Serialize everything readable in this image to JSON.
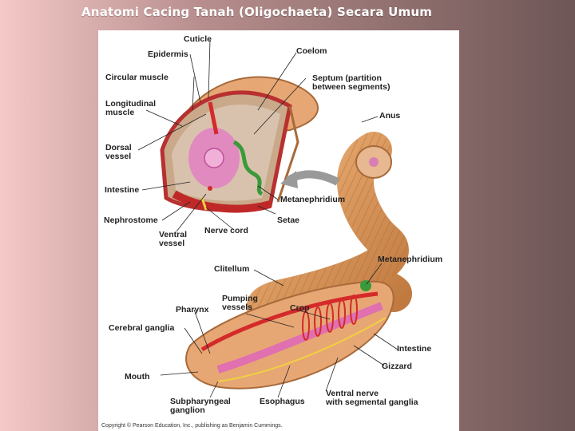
{
  "slide": {
    "title": "Anatomi Cacing Tanah (Oligochaeta)  Secara Umum"
  },
  "diagram": {
    "labels": {
      "cuticle": "Cuticle",
      "epidermis": "Epidermis",
      "coelom": "Coelom",
      "circular_muscle": "Circular muscle",
      "septum": "Septum (partition\nbetween segments)",
      "longitudinal_muscle": "Longitudinal\nmuscle",
      "anus": "Anus",
      "dorsal_vessel": "Dorsal\nvessel",
      "intestine_top": "Intestine",
      "metanephridium_top": "Metanephridium",
      "nephrostome": "Nephrostome",
      "setae": "Setae",
      "ventral_vessel": "Ventral\nvessel",
      "nerve_cord": "Nerve cord",
      "clitellum": "Clitellum",
      "metanephridium_right": "Metanephridium",
      "pharynx": "Pharynx",
      "pumping_vessels": "Pumping\nvessels",
      "crop": "Crop",
      "cerebral_ganglia": "Cerebral ganglia",
      "intestine_bottom": "Intestine",
      "mouth": "Mouth",
      "gizzard": "Gizzard",
      "subpharyngeal_ganglion": "Subpharyngeal\nganglion",
      "esophagus": "Esophagus",
      "ventral_nerve": "Ventral nerve\nwith segmental ganglia"
    },
    "credit": "Copyright © Pearson Education, Inc., publishing as Benjamin Cummings.",
    "colors": {
      "worm_skin": "#d9955a",
      "worm_dark": "#b8703a",
      "blood_vessel": "#d42a2a",
      "nephridium": "#3a9a3a",
      "gut": "#e070b0",
      "nerve": "#f0d040"
    }
  }
}
